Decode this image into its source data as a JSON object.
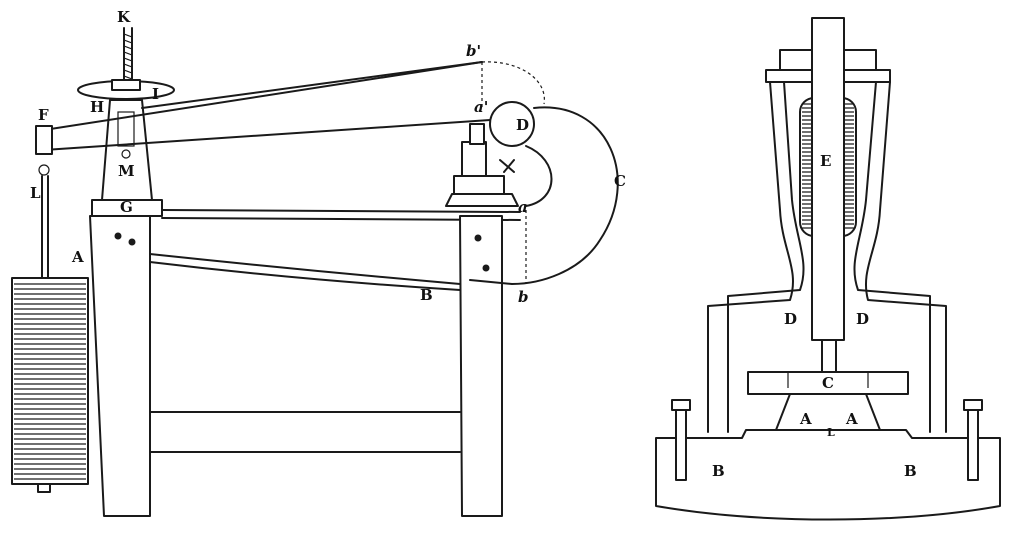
{
  "left_figure": {
    "labels": {
      "K": "K",
      "I": "I",
      "H": "H",
      "F": "F",
      "M": "M",
      "G": "G",
      "L": "L",
      "A": "A",
      "B": "B",
      "C": "C",
      "D": "D",
      "b_prime": "b'",
      "a_prime": "a'",
      "a": "a",
      "b": "b"
    }
  },
  "right_figure": {
    "labels": {
      "E": "E",
      "D_left": "D",
      "D_right": "D",
      "C": "C",
      "A_left": "A",
      "A_right": "A",
      "L": "L",
      "B_left": "B",
      "B_right": "B"
    }
  },
  "colors": {
    "ink": "#1a1a1a",
    "paper": "#ffffff"
  }
}
